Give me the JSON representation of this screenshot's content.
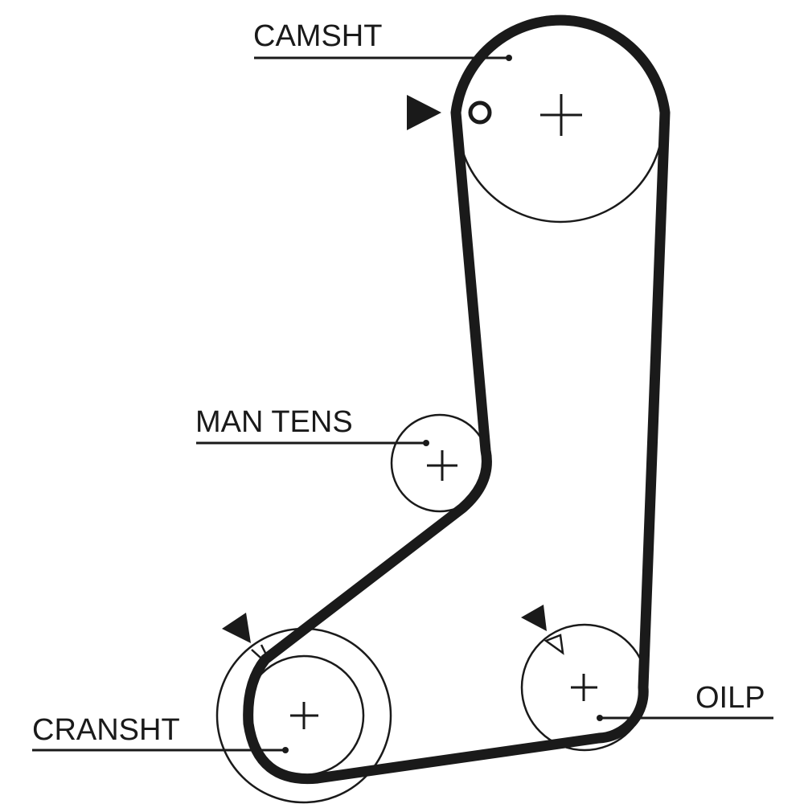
{
  "diagram": {
    "title": "Timing belt routing diagram",
    "colors": {
      "belt": "#1a1a1a",
      "line": "#1a1a1a",
      "background": "#ffffff"
    },
    "components": [
      {
        "id": "camshaft",
        "label": "CAMSHT",
        "type": "pulley",
        "marks": [
          "timing-triangle",
          "timing-dot",
          "center-cross"
        ]
      },
      {
        "id": "manual-tensioner",
        "label": "MAN TENS",
        "type": "idler",
        "marks": [
          "center-cross"
        ]
      },
      {
        "id": "crankshaft",
        "label": "CRANSHT",
        "type": "pulley",
        "marks": [
          "timing-triangle",
          "outer-flange",
          "center-cross"
        ]
      },
      {
        "id": "oil-pump",
        "label": "OILP",
        "type": "pulley",
        "marks": [
          "timing-triangle",
          "center-cross"
        ]
      }
    ],
    "belt": {
      "routing": [
        "camshaft",
        "manual-tensioner",
        "crankshaft",
        "oil-pump",
        "camshaft"
      ]
    }
  }
}
